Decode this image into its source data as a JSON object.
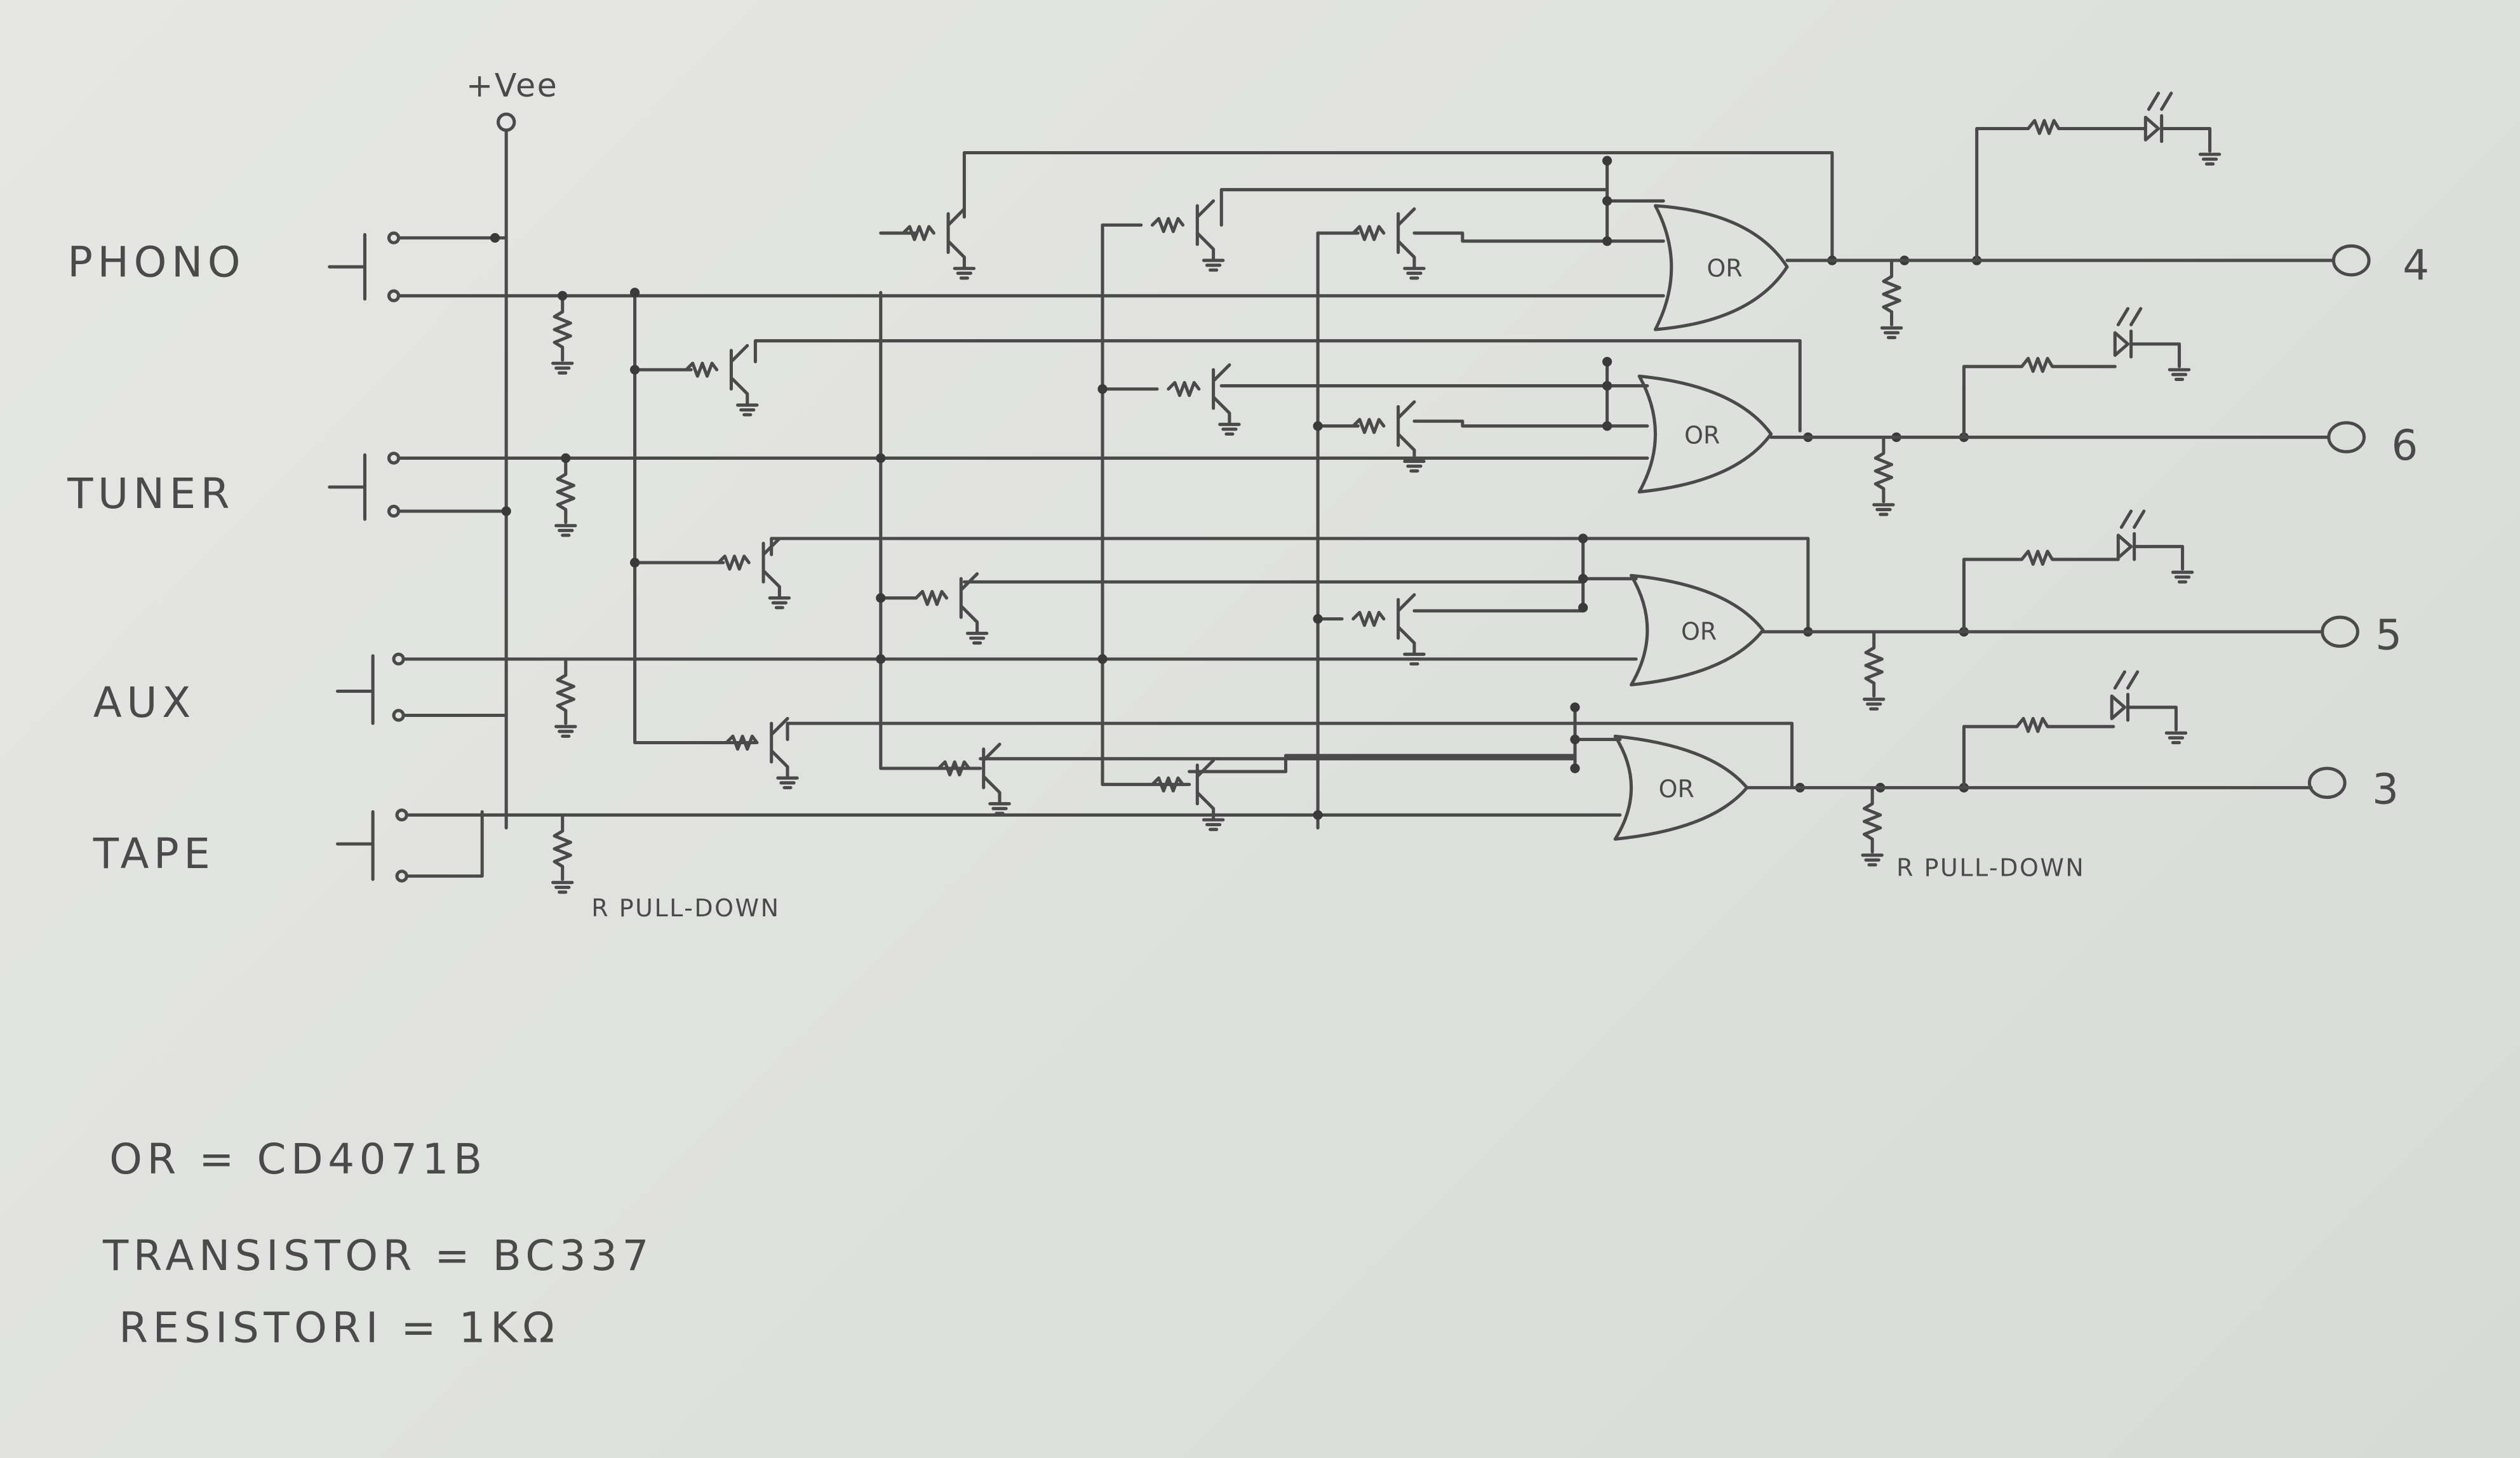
{
  "supply": {
    "label": "+Vee"
  },
  "inputs": [
    {
      "label": "PHONO"
    },
    {
      "label": "TUNER"
    },
    {
      "label": "AUX"
    },
    {
      "label": "TAPE"
    }
  ],
  "gates": [
    {
      "label": "OR"
    },
    {
      "label": "OR"
    },
    {
      "label": "OR"
    },
    {
      "label": "OR"
    }
  ],
  "outputs": [
    {
      "label": "4"
    },
    {
      "label": "6"
    },
    {
      "label": "5"
    },
    {
      "label": "3"
    }
  ],
  "annotations": {
    "pulldown_left": "R PULL-DOWN",
    "pulldown_right": "R PULL-DOWN"
  },
  "legend": [
    {
      "text": "OR  =  CD4071B"
    },
    {
      "text": "TRANSISTOR = BC337"
    },
    {
      "text": "RESISTORI = 1KΩ"
    }
  ],
  "colors": {
    "paper": "#e2e4e1",
    "pencil": "#4a4a4a"
  }
}
